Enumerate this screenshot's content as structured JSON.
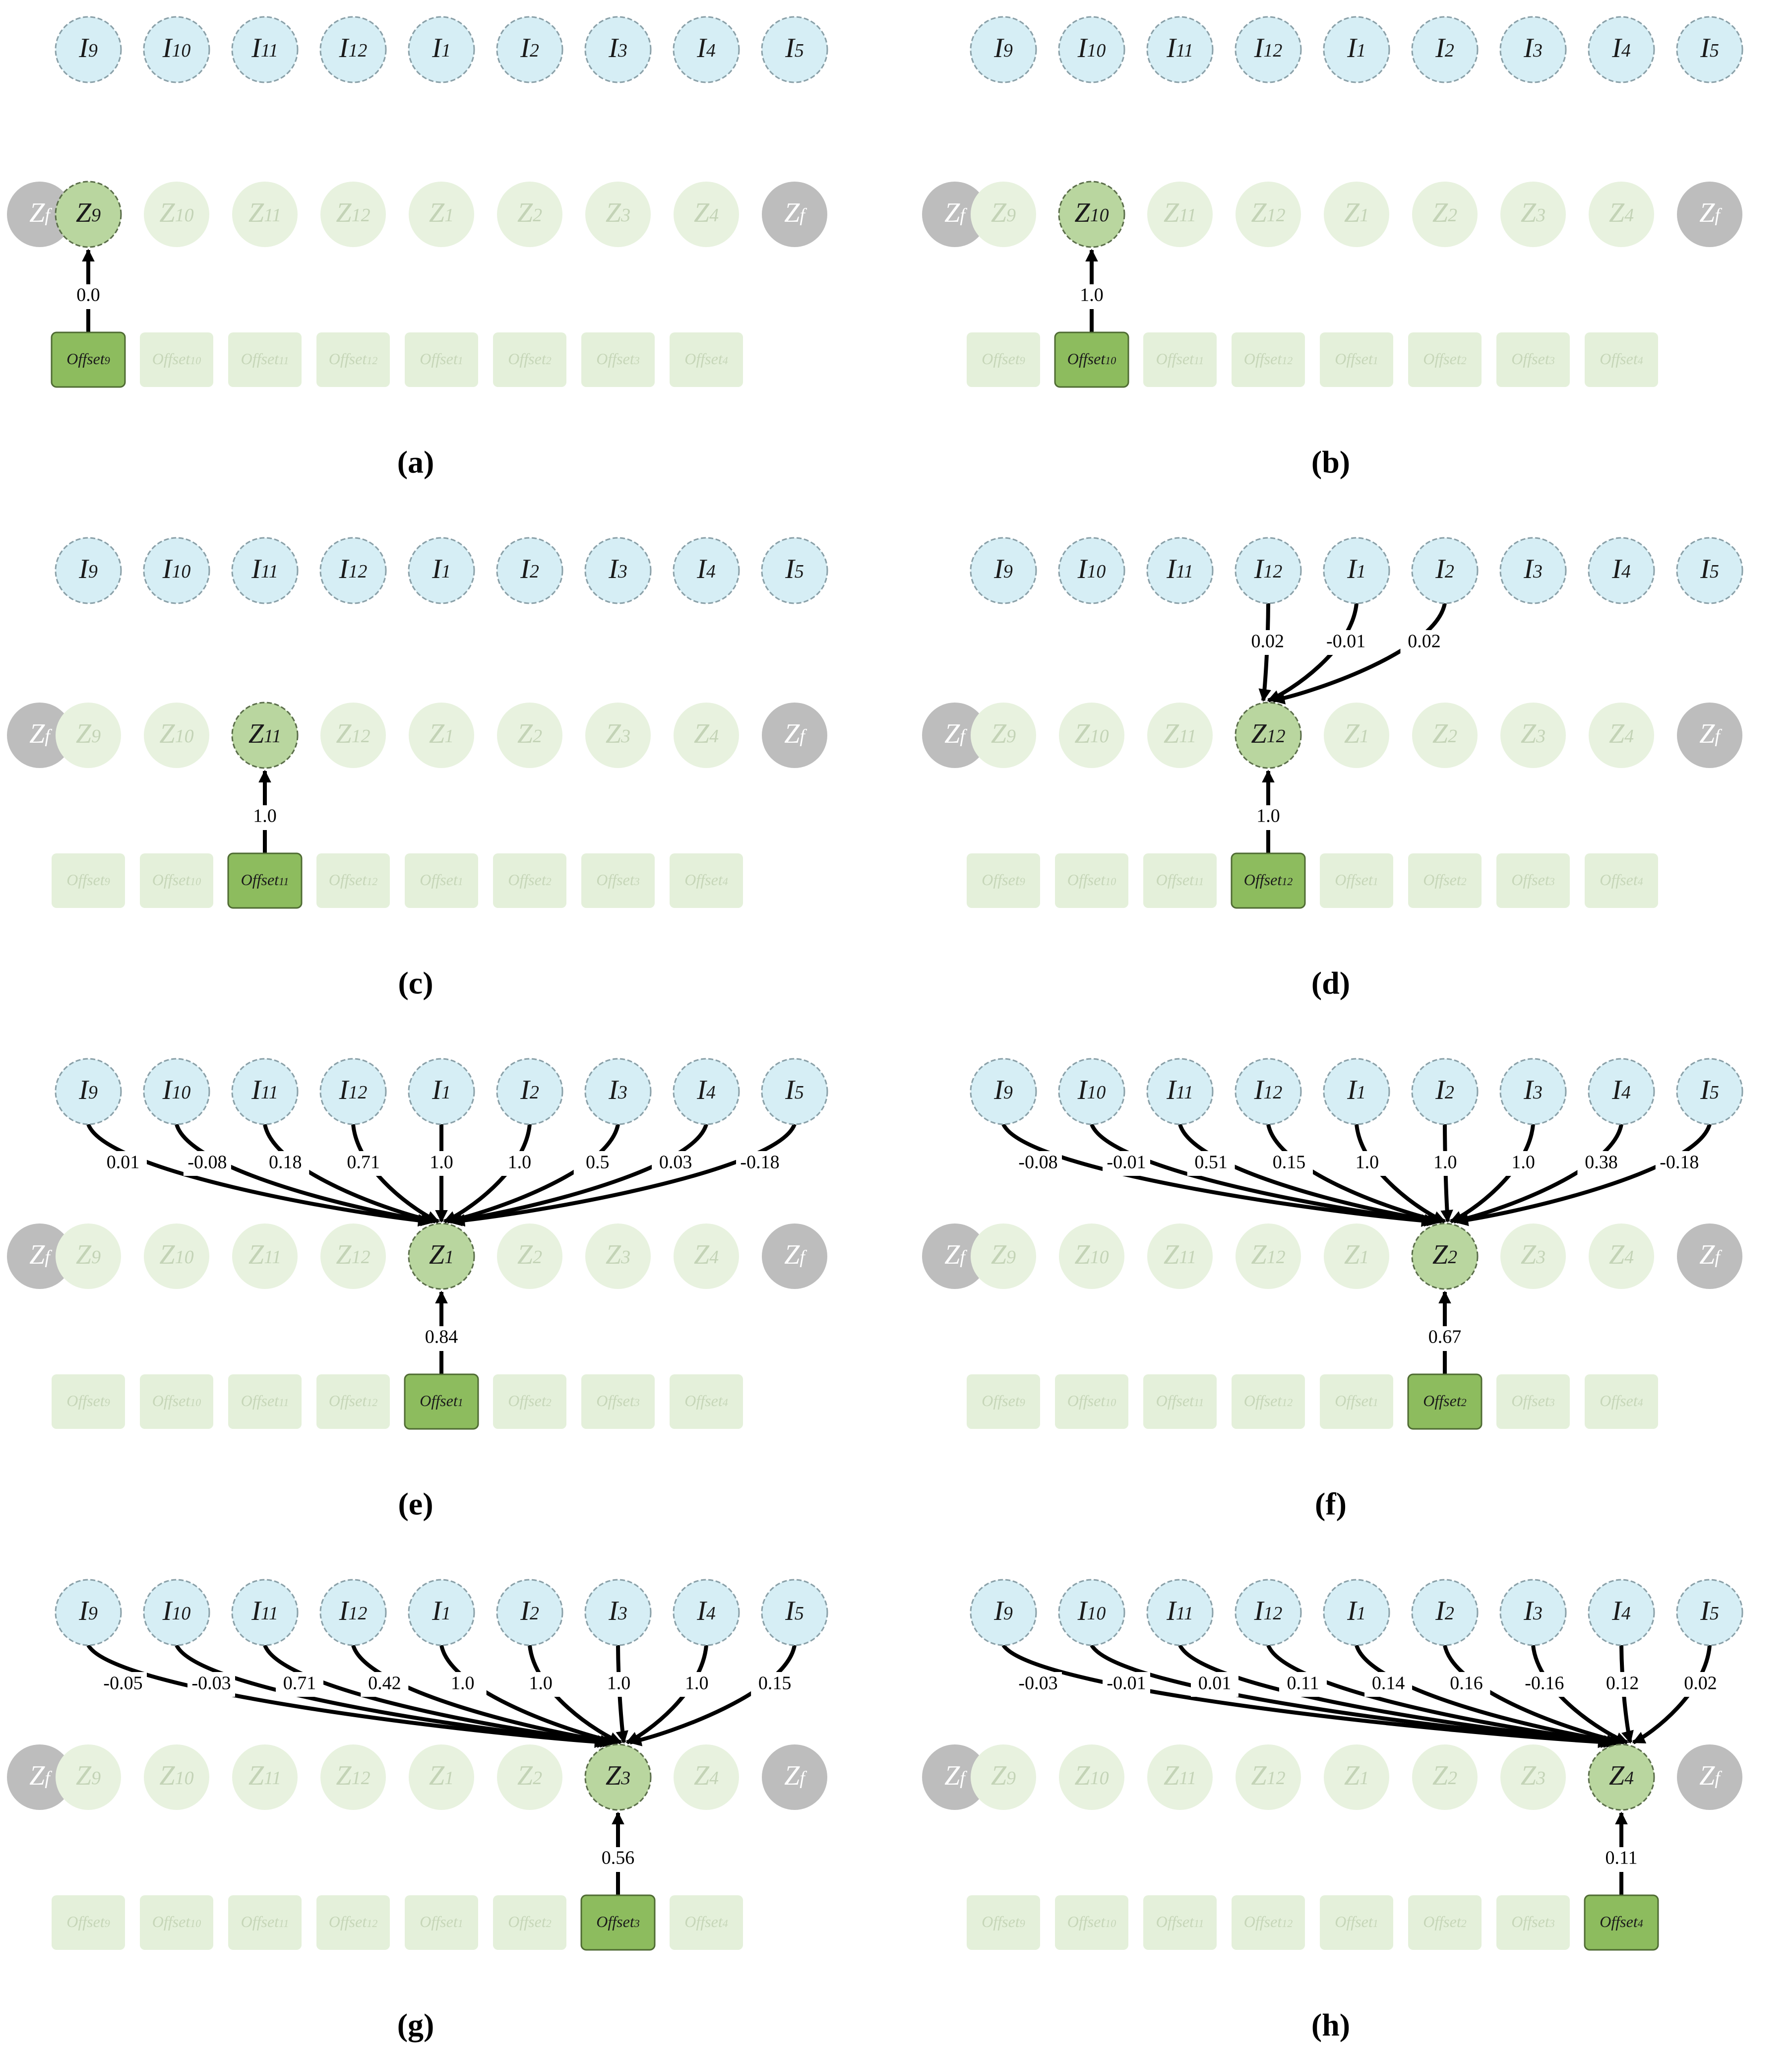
{
  "colors": {
    "input_fill": "#d6eef5",
    "input_stroke": "#8aa0a8",
    "latent_active_fill": "#b9d69f",
    "latent_active_stroke": "#5b6e4a",
    "latent_faded_fill": "#e8f2df",
    "latent_faded_text": "#c3d3b6",
    "zf_fill": "#bdbdbd",
    "offset_active_fill": "#8dbc5e",
    "offset_active_stroke": "#4f6b33",
    "offset_faded_fill": "#e4f0da",
    "offset_faded_text": "#c6d6b8",
    "edge": "#000000"
  },
  "nodes": {
    "inputs": [
      {
        "base": "I",
        "sub": "9"
      },
      {
        "base": "I",
        "sub": "10"
      },
      {
        "base": "I",
        "sub": "11"
      },
      {
        "base": "I",
        "sub": "12"
      },
      {
        "base": "I",
        "sub": "1"
      },
      {
        "base": "I",
        "sub": "2"
      },
      {
        "base": "I",
        "sub": "3"
      },
      {
        "base": "I",
        "sub": "4"
      },
      {
        "base": "I",
        "sub": "5"
      }
    ],
    "latents": [
      {
        "base": "Z",
        "sub": "9"
      },
      {
        "base": "Z",
        "sub": "10"
      },
      {
        "base": "Z",
        "sub": "11"
      },
      {
        "base": "Z",
        "sub": "12"
      },
      {
        "base": "Z",
        "sub": "1"
      },
      {
        "base": "Z",
        "sub": "2"
      },
      {
        "base": "Z",
        "sub": "3"
      },
      {
        "base": "Z",
        "sub": "4"
      }
    ],
    "zf": {
      "base": "Z",
      "sub": "f"
    },
    "offsets": [
      {
        "base": "Offset",
        "sub": "9"
      },
      {
        "base": "Offset",
        "sub": "10"
      },
      {
        "base": "Offset",
        "sub": "11"
      },
      {
        "base": "Offset",
        "sub": "12"
      },
      {
        "base": "Offset",
        "sub": "1"
      },
      {
        "base": "Offset",
        "sub": "2"
      },
      {
        "base": "Offset",
        "sub": "3"
      },
      {
        "base": "Offset",
        "sub": "4"
      }
    ]
  },
  "panels": [
    {
      "label": "(a)",
      "active": 0,
      "offset_weight": "0.0",
      "input_weights": []
    },
    {
      "label": "(b)",
      "active": 1,
      "offset_weight": "1.0",
      "input_weights": []
    },
    {
      "label": "(c)",
      "active": 2,
      "offset_weight": "1.0",
      "input_weights": []
    },
    {
      "label": "(d)",
      "active": 3,
      "offset_weight": "1.0",
      "input_weights": [
        {
          "from": 3,
          "w": "0.02"
        },
        {
          "from": 4,
          "w": "-0.01"
        },
        {
          "from": 5,
          "w": "0.02"
        }
      ]
    },
    {
      "label": "(e)",
      "active": 4,
      "offset_weight": "0.84",
      "input_weights": [
        {
          "from": 0,
          "w": "0.01"
        },
        {
          "from": 1,
          "w": "-0.08"
        },
        {
          "from": 2,
          "w": "0.18"
        },
        {
          "from": 3,
          "w": "0.71"
        },
        {
          "from": 4,
          "w": "1.0"
        },
        {
          "from": 5,
          "w": "1.0"
        },
        {
          "from": 6,
          "w": "0.5"
        },
        {
          "from": 7,
          "w": "0.03"
        },
        {
          "from": 8,
          "w": "-0.18"
        }
      ]
    },
    {
      "label": "(f)",
      "active": 5,
      "offset_weight": "0.67",
      "input_weights": [
        {
          "from": 0,
          "w": "-0.08"
        },
        {
          "from": 1,
          "w": "-0.01"
        },
        {
          "from": 2,
          "w": "0.51"
        },
        {
          "from": 3,
          "w": "0.15"
        },
        {
          "from": 4,
          "w": "1.0"
        },
        {
          "from": 5,
          "w": "1.0"
        },
        {
          "from": 6,
          "w": "1.0"
        },
        {
          "from": 7,
          "w": "0.38"
        },
        {
          "from": 8,
          "w": "-0.18"
        }
      ]
    },
    {
      "label": "(g)",
      "active": 6,
      "offset_weight": "0.56",
      "input_weights": [
        {
          "from": 0,
          "w": "-0.05"
        },
        {
          "from": 1,
          "w": "-0.03"
        },
        {
          "from": 2,
          "w": "0.71"
        },
        {
          "from": 3,
          "w": "0.42"
        },
        {
          "from": 4,
          "w": "1.0"
        },
        {
          "from": 5,
          "w": "1.0"
        },
        {
          "from": 6,
          "w": "1.0"
        },
        {
          "from": 7,
          "w": "1.0"
        },
        {
          "from": 8,
          "w": "0.15"
        }
      ]
    },
    {
      "label": "(h)",
      "active": 7,
      "offset_weight": "0.11",
      "input_weights": [
        {
          "from": 0,
          "w": "-0.03"
        },
        {
          "from": 1,
          "w": "-0.01"
        },
        {
          "from": 2,
          "w": "0.01"
        },
        {
          "from": 3,
          "w": "0.11"
        },
        {
          "from": 4,
          "w": "0.14"
        },
        {
          "from": 5,
          "w": "0.16"
        },
        {
          "from": 6,
          "w": "-0.16"
        },
        {
          "from": 7,
          "w": "0.12"
        },
        {
          "from": 8,
          "w": "0.02"
        }
      ]
    }
  ]
}
